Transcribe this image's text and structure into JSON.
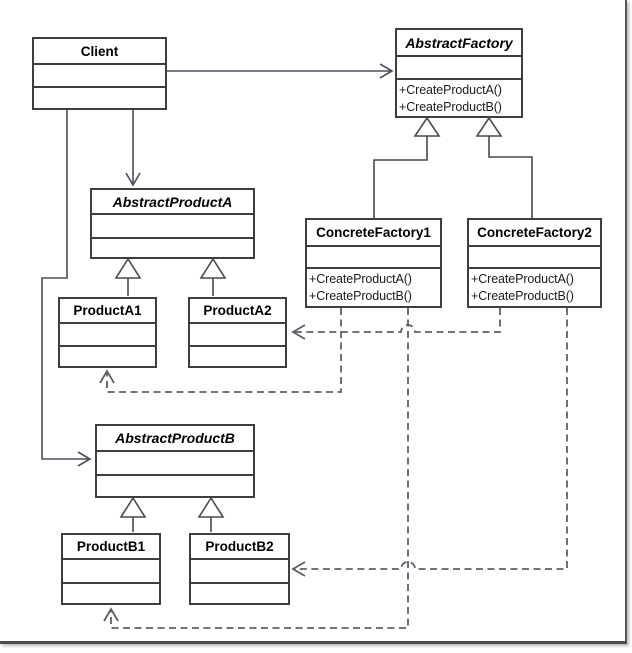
{
  "diagram_type": "uml-class-diagram",
  "pattern": "Abstract Factory",
  "colors": {
    "background": "#ffffff",
    "box_fill": "#ffffff",
    "box_border": "#3e3e3e",
    "solid_line": "#4d4d5c",
    "dashed_line": "#5e5e67",
    "text": "#000000",
    "frame_shadow": "#4c4c4c"
  },
  "classes": {
    "client": {
      "name": "Client",
      "abstract": false,
      "methods": []
    },
    "abstract_factory": {
      "name": "AbstractFactory",
      "abstract": true,
      "methods": [
        "+CreateProductA()",
        "+CreateProductB()"
      ]
    },
    "concrete_factory_1": {
      "name": "ConcreteFactory1",
      "abstract": false,
      "methods": [
        "+CreateProductA()",
        "+CreateProductB()"
      ]
    },
    "concrete_factory_2": {
      "name": "ConcreteFactory2",
      "abstract": false,
      "methods": [
        "+CreateProductA()",
        "+CreateProductB()"
      ]
    },
    "abstract_product_a": {
      "name": "AbstractProductA",
      "abstract": true,
      "methods": []
    },
    "product_a1": {
      "name": "ProductA1",
      "abstract": false,
      "methods": []
    },
    "product_a2": {
      "name": "ProductA2",
      "abstract": false,
      "methods": []
    },
    "abstract_product_b": {
      "name": "AbstractProductB",
      "abstract": true,
      "methods": []
    },
    "product_b1": {
      "name": "ProductB1",
      "abstract": false,
      "methods": []
    },
    "product_b2": {
      "name": "ProductB2",
      "abstract": false,
      "methods": []
    }
  },
  "relationships": [
    {
      "from": "Client",
      "to": "AbstractFactory",
      "type": "association"
    },
    {
      "from": "Client",
      "to": "AbstractProductA",
      "type": "association"
    },
    {
      "from": "Client",
      "to": "AbstractProductB",
      "type": "association"
    },
    {
      "from": "ConcreteFactory1",
      "to": "AbstractFactory",
      "type": "generalization"
    },
    {
      "from": "ConcreteFactory2",
      "to": "AbstractFactory",
      "type": "generalization"
    },
    {
      "from": "ProductA1",
      "to": "AbstractProductA",
      "type": "generalization"
    },
    {
      "from": "ProductA2",
      "to": "AbstractProductA",
      "type": "generalization"
    },
    {
      "from": "ProductB1",
      "to": "AbstractProductB",
      "type": "generalization"
    },
    {
      "from": "ProductB2",
      "to": "AbstractProductB",
      "type": "generalization"
    },
    {
      "from": "ConcreteFactory1",
      "to": "ProductA1",
      "type": "dependency"
    },
    {
      "from": "ConcreteFactory1",
      "to": "ProductB1",
      "type": "dependency"
    },
    {
      "from": "ConcreteFactory2",
      "to": "ProductA2",
      "type": "dependency"
    },
    {
      "from": "ConcreteFactory2",
      "to": "ProductB2",
      "type": "dependency"
    }
  ]
}
